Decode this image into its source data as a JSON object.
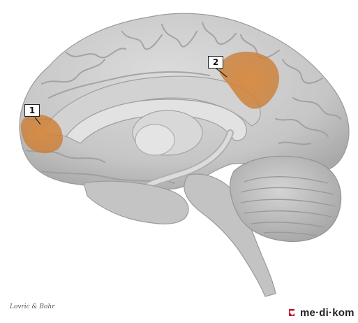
{
  "image": {
    "subject": "medial sagittal view of the human brain",
    "background_color": "#ffffff",
    "tissue_color": "#c9c9c9",
    "highlight_color": "#d98a3e"
  },
  "callouts": [
    {
      "number": "1"
    },
    {
      "number": "2"
    }
  ],
  "credit": "Lovric & Bohr",
  "logo": {
    "text": "me·di·kom",
    "mark_color": "#c8102e",
    "icon": "medikom-logo-icon"
  }
}
